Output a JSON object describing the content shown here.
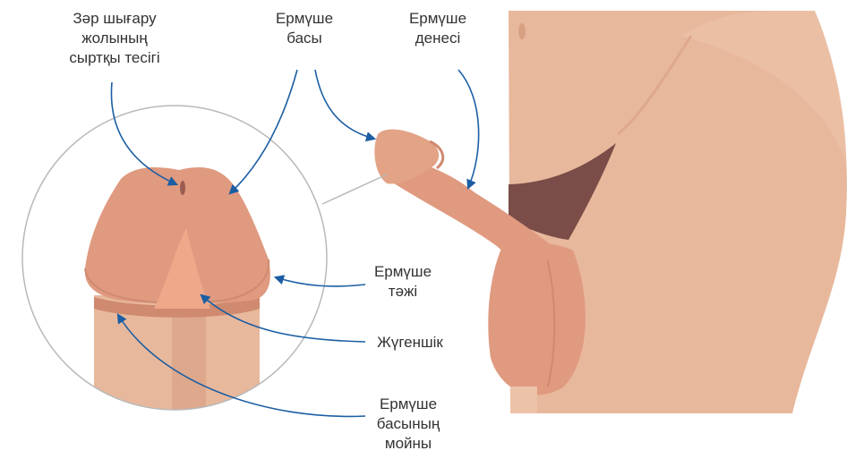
{
  "labels": {
    "meatus": [
      "Зәр шығару",
      "жолының",
      "сыртқы тесігі"
    ],
    "glans": [
      "Ермүше",
      "басы"
    ],
    "shaft": [
      "Ермүше",
      "денесі"
    ],
    "corona": [
      "Ермүше",
      "тәжі"
    ],
    "frenulum": [
      "Жүгеншік"
    ],
    "neck": [
      "Ермүше",
      "басының",
      "мойны"
    ]
  },
  "colors": {
    "skin": "#e8b89c",
    "skin_light": "#ecc2a8",
    "skin_dark": "#d9a488",
    "penis": "#df9a80",
    "penis_shadow": "#cf8a70",
    "frenulum": "#f0a88a",
    "underwear": "#7b4d48",
    "arrow": "#1b5ea3",
    "circle": "#b9b9b9",
    "text": "#333333"
  }
}
